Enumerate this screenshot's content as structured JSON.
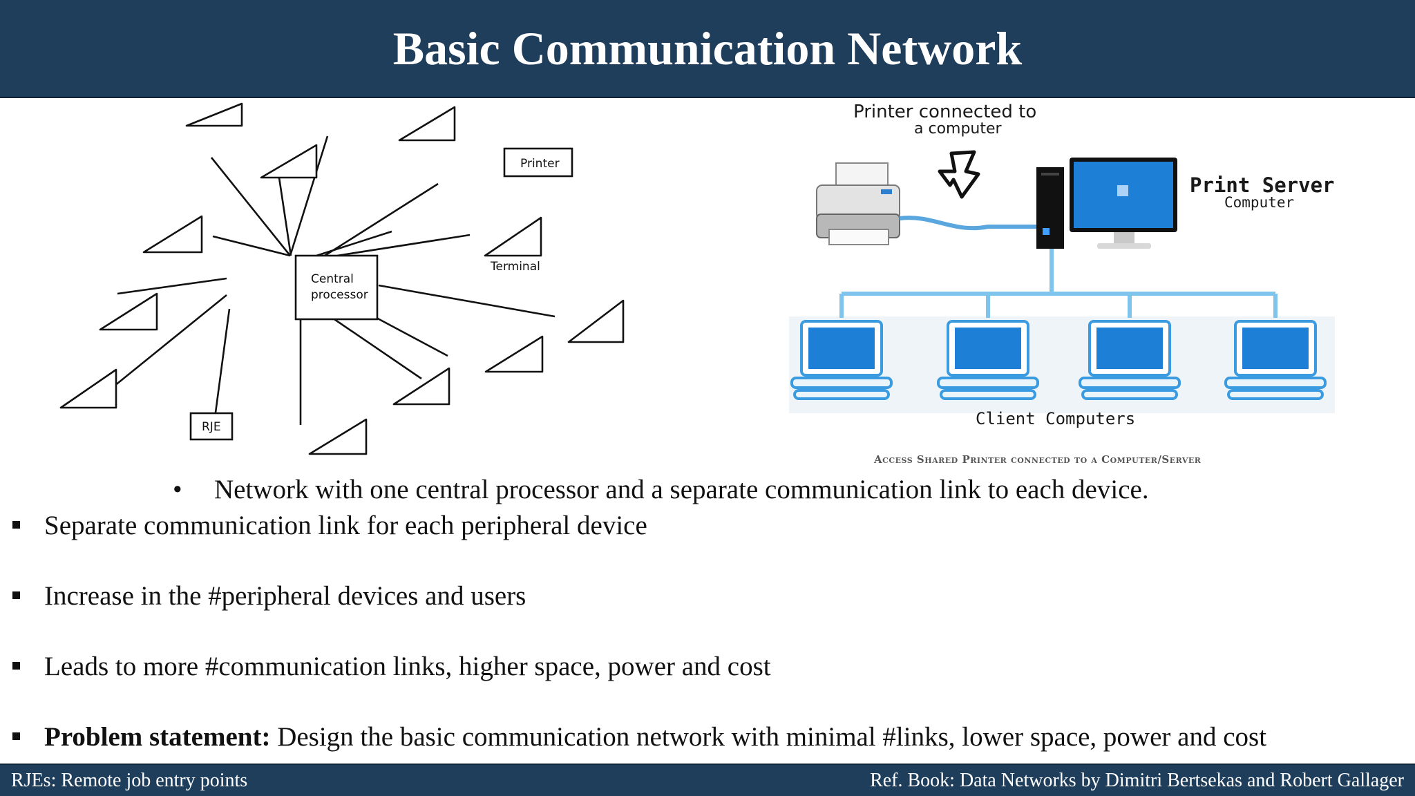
{
  "slide": {
    "title": "Basic Communication Network"
  },
  "star_diagram": {
    "center_label_line1": "Central",
    "center_label_line2": "processor",
    "printer_label": "Printer",
    "terminal_label": "Terminal",
    "rje_label": "RJE"
  },
  "server_diagram": {
    "printer_note_line1": "Printer connected to",
    "printer_note_line2": "a computer",
    "server_label": "Print Server",
    "server_sublabel": "Computer",
    "clients_label": "Client Computers",
    "caption": "Access Shared Printer connected to a Computer/Server",
    "colors": {
      "screen": "#1e7fd6",
      "link": "#7fc4ec",
      "backdrop": "#eef4f8"
    }
  },
  "center_bullet": {
    "glyph": "•",
    "text": "Network with one central processor and a separate communication link to each device."
  },
  "bullets": [
    {
      "bold": "",
      "text": "Separate communication link for each peripheral device"
    },
    {
      "bold": "",
      "text": "Increase in the #peripheral devices and users"
    },
    {
      "bold": "",
      "text": "Leads to more #communication links, higher space, power and cost"
    },
    {
      "bold": "Problem statement:",
      "text": " Design the basic communication network with minimal #links, lower space, power and cost"
    }
  ],
  "footer": {
    "left": "RJEs: Remote job entry points",
    "right": "Ref. Book: Data Networks by Dimitri Bertsekas and Robert Gallager"
  },
  "theme": {
    "bar": "#1f3e5c"
  }
}
